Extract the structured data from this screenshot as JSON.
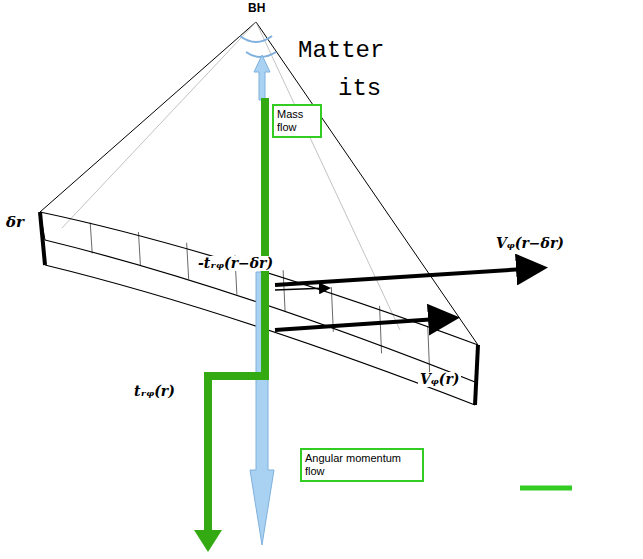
{
  "diagram": {
    "nodes": [
      {
        "text": [
          "Mass flow"
        ]
      },
      {
        "text": [
          "Angular momentum flow"
        ]
      }
    ],
    "labels": [
      "BH",
      "Matter",
      "its",
      "δr",
      "-tᵣᵩ(r−δr)",
      "Vᵩ(r−δr)",
      "tᵣᵩ(r)",
      "Vᵩ(r)"
    ]
  }
}
